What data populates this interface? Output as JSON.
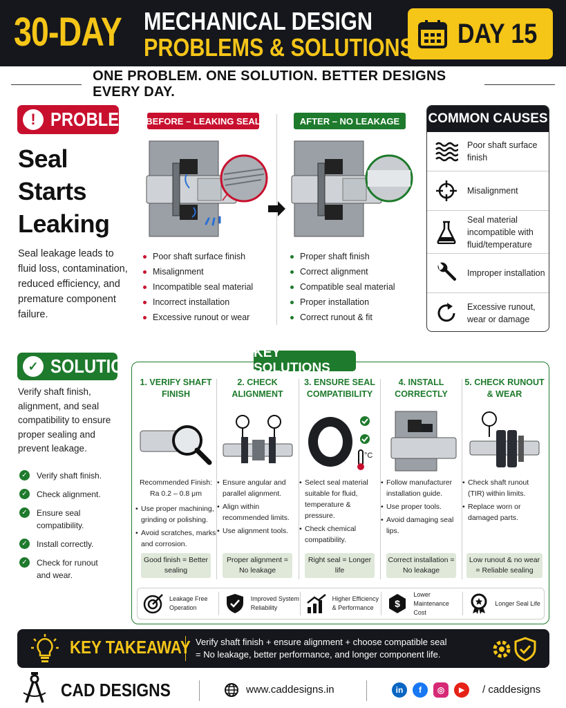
{
  "header": {
    "big": "30-DAY",
    "line1": "MECHANICAL DESIGN",
    "line2": "PROBLEMS & SOLUTIONS",
    "day": "DAY 15"
  },
  "tagline": "ONE PROBLEM. ONE SOLUTION. BETTER DESIGNS EVERY DAY.",
  "problem": {
    "badge": "PROBLEM",
    "title_lines": [
      "Seal",
      "Starts",
      "Leaking"
    ],
    "description": "Seal leakage leads to fluid loss, contamination, reduced efficiency, and premature component failure."
  },
  "before": {
    "label": "BEFORE – LEAKING SEAL",
    "bullets": [
      "Poor shaft surface finish",
      "Misalignment",
      "Incompatible seal material",
      "Incorrect installation",
      "Excessive runout or wear"
    ]
  },
  "after": {
    "label": "AFTER – NO LEAKAGE",
    "bullets": [
      "Proper shaft finish",
      "Correct alignment",
      "Compatible seal material",
      "Proper installation",
      "Correct runout & fit"
    ]
  },
  "causes": {
    "title": "COMMON CAUSES",
    "items": [
      {
        "icon": "wavy-lines-icon",
        "text": "Poor shaft surface finish"
      },
      {
        "icon": "crosshair-icon",
        "text": "Misalignment"
      },
      {
        "icon": "flask-icon",
        "text": "Seal material incompatible with fluid/temperature"
      },
      {
        "icon": "wrench-icon",
        "text": "Improper installation"
      },
      {
        "icon": "rotate-icon",
        "text": "Excessive runout, wear or damage"
      }
    ]
  },
  "solution": {
    "badge": "SOLUTION",
    "description": "Verify shaft finish, alignment, and seal compatibility to ensure proper sealing and prevent leakage.",
    "checks": [
      "Verify shaft finish.",
      "Check alignment.",
      "Ensure seal compatibility.",
      "Install correctly.",
      "Check for runout and wear."
    ]
  },
  "key_solutions": {
    "title": "KEY SOLUTIONS",
    "columns": [
      {
        "title": "1. VERIFY SHAFT FINISH",
        "note": "Recommended Finish: Ra 0.2 – 0.8 μm",
        "bullets": [
          "Use proper machining, grinding or polishing.",
          "Avoid scratches, marks and corrosion."
        ],
        "box": "Good finish = Better sealing"
      },
      {
        "title": "2. CHECK ALIGNMENT",
        "note": "",
        "bullets": [
          "Ensure angular and parallel alignment.",
          "Align within recommended limits.",
          "Use alignment tools."
        ],
        "box": "Proper alignment = No leakage"
      },
      {
        "title": "3. ENSURE SEAL COMPATIBILITY",
        "note": "",
        "bullets": [
          "Select seal material suitable for fluid, temperature & pressure.",
          "Check chemical compatibility."
        ],
        "box": "Right seal = Longer life"
      },
      {
        "title": "4. INSTALL CORRECTLY",
        "note": "",
        "bullets": [
          "Follow manufacturer installation guide.",
          "Use proper tools.",
          "Avoid damaging seal lips."
        ],
        "box": "Correct installation = No leakage"
      },
      {
        "title": "5. CHECK RUNOUT & WEAR",
        "note": "",
        "bullets": [
          "Check shaft runout (TIR) within limits.",
          "Replace worn or damaged parts."
        ],
        "box": "Low runout & no wear = Reliable sealing"
      }
    ],
    "temp_label": "°C"
  },
  "benefits": [
    {
      "icon": "target-icon",
      "text": "Leakage Free Operation"
    },
    {
      "icon": "shield-check-icon",
      "text": "Improved System Reliability"
    },
    {
      "icon": "growth-chart-icon",
      "text": "Higher Efficiency & Performance"
    },
    {
      "icon": "dollar-icon",
      "text": "Lower Maintenance Cost"
    },
    {
      "icon": "medal-icon",
      "text": "Longer Seal Life"
    }
  ],
  "takeaway": {
    "title": "KEY TAKEAWAY",
    "line1": "Verify shaft finish + ensure alignment + choose compatible seal",
    "line2": "= No leakage, better performance, and longer component life."
  },
  "footer": {
    "brand": "CAD DESIGNS",
    "website": "www.caddesigns.in",
    "social": "/ caddesigns",
    "social_icons": [
      "linkedin-icon",
      "facebook-icon",
      "instagram-icon",
      "youtube-icon"
    ],
    "social_glyphs": [
      "in",
      "f",
      "◎",
      "▶"
    ]
  },
  "colors": {
    "dark": "#15171c",
    "yellow": "#f5c518",
    "red": "#c8102e",
    "green": "#1e7a2c"
  }
}
